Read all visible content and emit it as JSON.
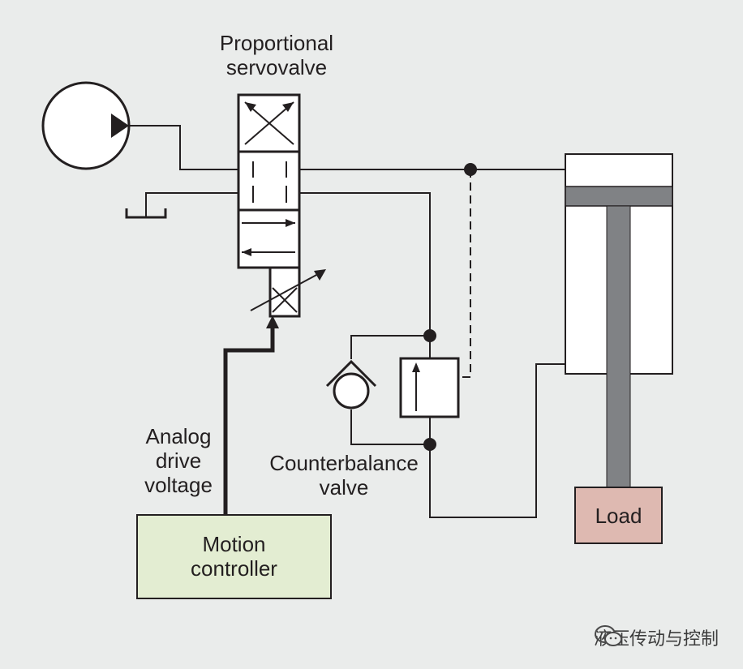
{
  "labels": {
    "valve_title_line1": "Proportional",
    "valve_title_line2": "servovalve",
    "analog_line1": "Analog",
    "analog_line2": "drive",
    "analog_line3": "voltage",
    "cb_line1": "Counterbalance",
    "cb_line2": "valve",
    "controller_line1": "Motion",
    "controller_line2": "controller",
    "load": "Load"
  },
  "watermark": {
    "icon": "wechat-icon",
    "text": "液压传动与控制"
  },
  "colors": {
    "background": "#eaeceb",
    "line": "#231f20",
    "rod": "#808285",
    "controller_fill": "#e3edd2",
    "load_fill": "#deb9b1",
    "box_fill": "#ffffff"
  }
}
